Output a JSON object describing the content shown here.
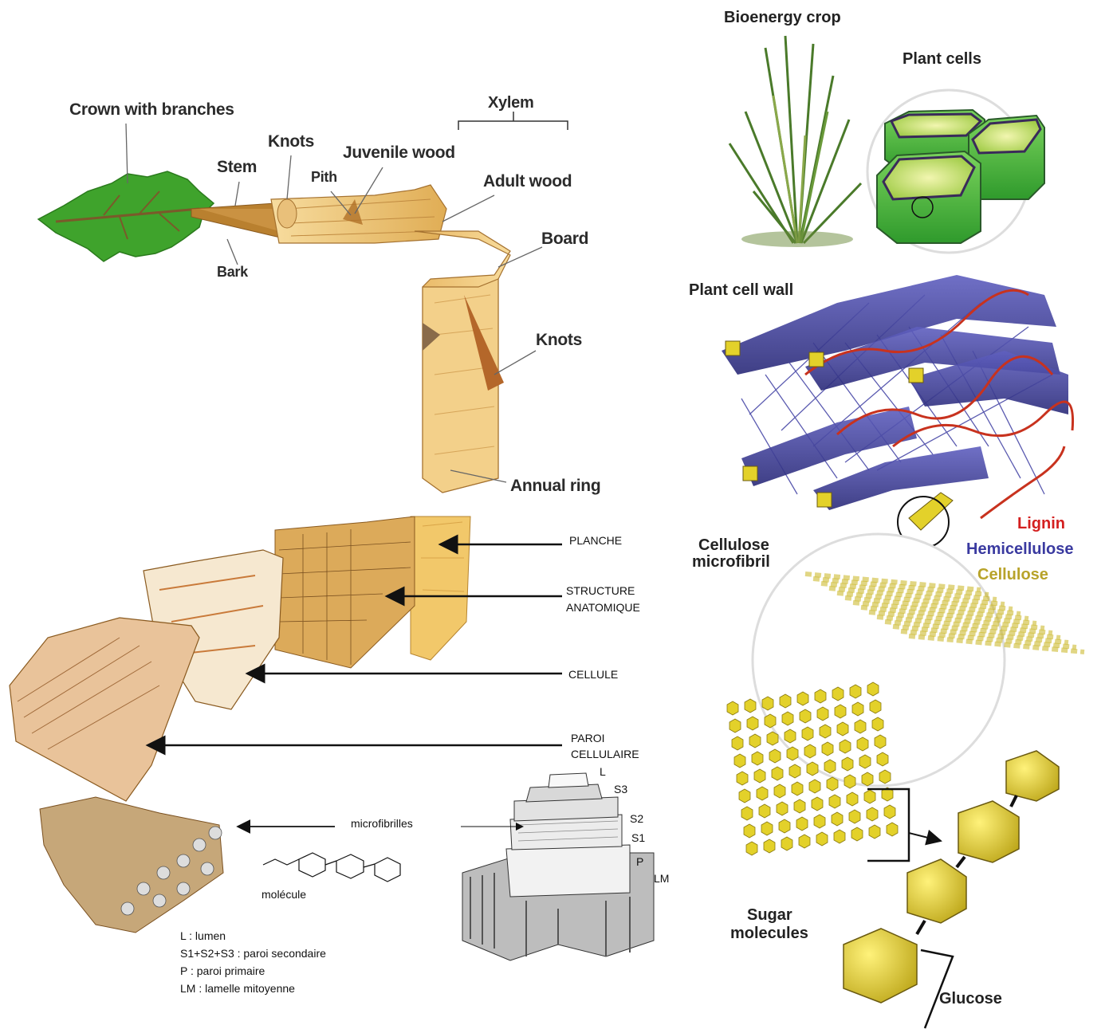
{
  "tree_panel": {
    "crown_label": "Crown with branches",
    "knots_top_label": "Knots",
    "stem_label": "Stem",
    "pith_label": "Pith",
    "juvenile_wood_label": "Juvenile wood",
    "xylem_label": "Xylem",
    "adult_wood_label": "Adult wood",
    "board_label": "Board",
    "bark_label": "Bark",
    "knots_board_label": "Knots",
    "annual_ring_label": "Annual ring"
  },
  "scale_panel": {
    "planche_label": "PLANCHE",
    "structure_label_1": "STRUCTURE",
    "structure_label_2": "ANATOMIQUE",
    "cellule_label": "CELLULE",
    "paroi_label_1": "PAROI",
    "paroi_label_2": "CELLULAIRE",
    "microfibrilles_label": "microfibrilles",
    "molecule_label": "molécule",
    "layer_l": "L",
    "layer_s3": "S3",
    "layer_s2": "S2",
    "layer_s1": "S1",
    "layer_p": "P",
    "layer_lm": "LM",
    "legend_1": "L : lumen",
    "legend_2": "S1+S2+S3 : paroi secondaire",
    "legend_3": "P : paroi primaire",
    "legend_4": "LM : lamelle mitoyenne"
  },
  "biomass_panel": {
    "bioenergy_crop_label": "Bioenergy crop",
    "plant_cells_label": "Plant cells",
    "plant_cell_wall_label": "Plant cell wall",
    "lignin_label": "Lignin",
    "hemicellulose_label": "Hemicellulose",
    "cellulose_label": "Cellulose",
    "microfibril_label_1": "Cellulose",
    "microfibril_label_2": "microfibril",
    "sugar_label_1": "Sugar",
    "sugar_label_2": "molecules",
    "glucose_label": "Glucose"
  },
  "colors": {
    "leaf_green": "#3fa32c",
    "wood_light": "#f4d28a",
    "wood_mid": "#e2b35a",
    "wood_dark": "#b9802f",
    "cell_green": "#5cc24a",
    "cell_inner": "#c8e08a",
    "fiber_blue": "#3c3c9a",
    "lignin_red": "#c8321e",
    "cellulose_yellow": "#e3d12a"
  }
}
